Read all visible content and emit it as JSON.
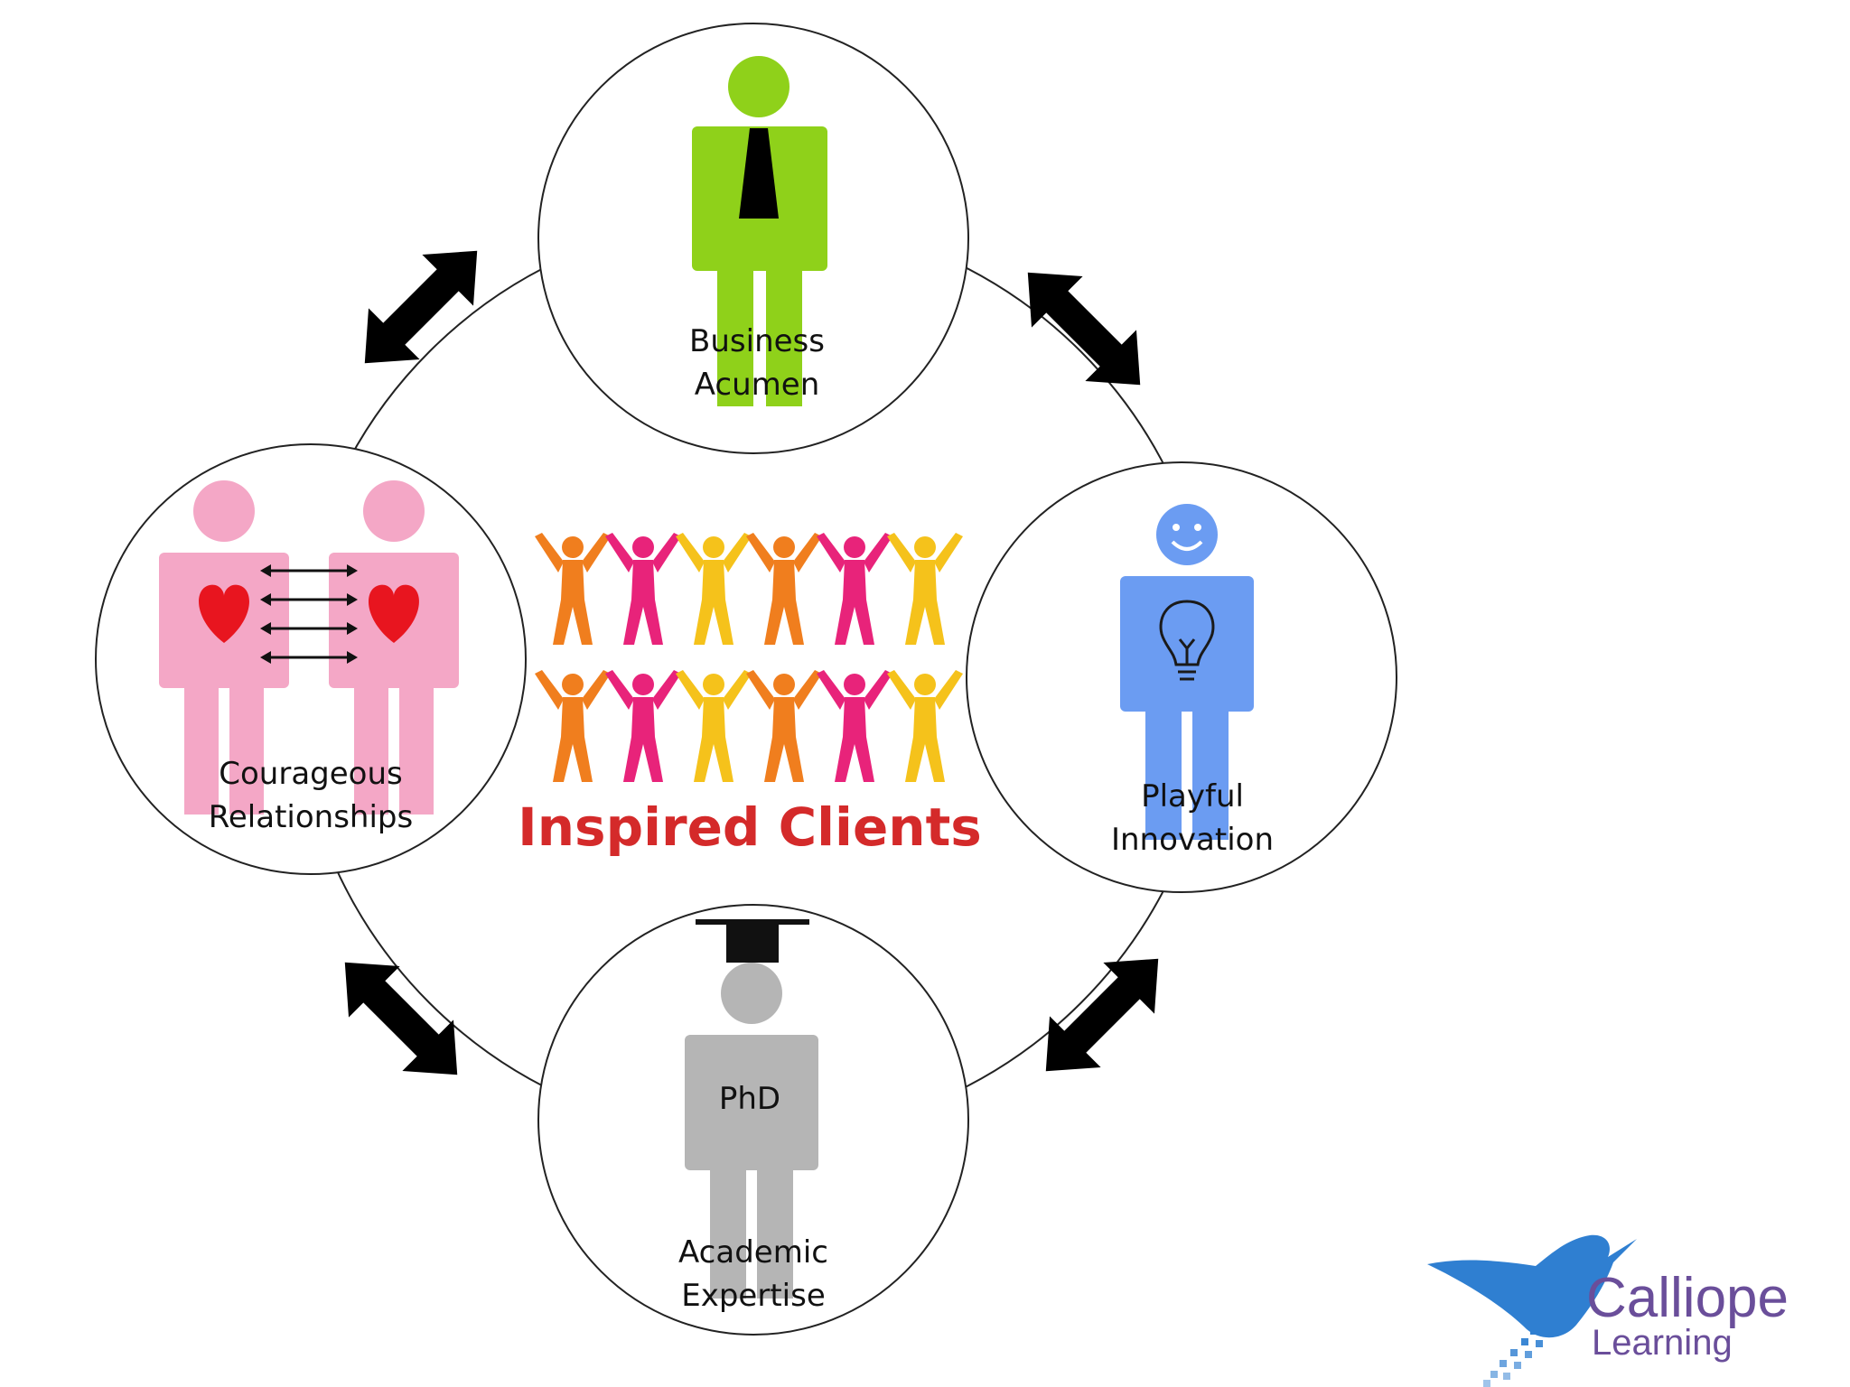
{
  "center": {
    "label": "Inspired Clients",
    "label_color": "#d42a2a",
    "figure_colors": [
      "#f07e1e",
      "#e8237a",
      "#f5c21b",
      "#f07e1e",
      "#e8237a",
      "#f5c21b"
    ]
  },
  "nodes": {
    "top": {
      "line1": "Business",
      "line2": "Acumen",
      "figure_color": "#8fd11a",
      "icon": "business-person-icon"
    },
    "right": {
      "line1": "Playful",
      "line2": "Innovation",
      "figure_color": "#6b9cf2",
      "icon": "innovator-person-icon"
    },
    "bottom": {
      "badge": "PhD",
      "line1": "Academic",
      "line2": "Expertise",
      "figure_color": "#b5b5b5",
      "icon": "graduate-person-icon"
    },
    "left": {
      "line1": "Courageous",
      "line2": "Relationships",
      "figure_color": "#f4a7c6",
      "heart_color": "#e8151f",
      "icon": "two-people-hearts-icon"
    }
  },
  "connectors": {
    "color": "#000000",
    "icon": "double-headed-arrow-icon"
  },
  "logo": {
    "name": "Calliope",
    "sub": "Learning",
    "text_color": "#6a4e9a",
    "bird_color": "#2f7fd1",
    "icon": "hummingbird-icon"
  }
}
